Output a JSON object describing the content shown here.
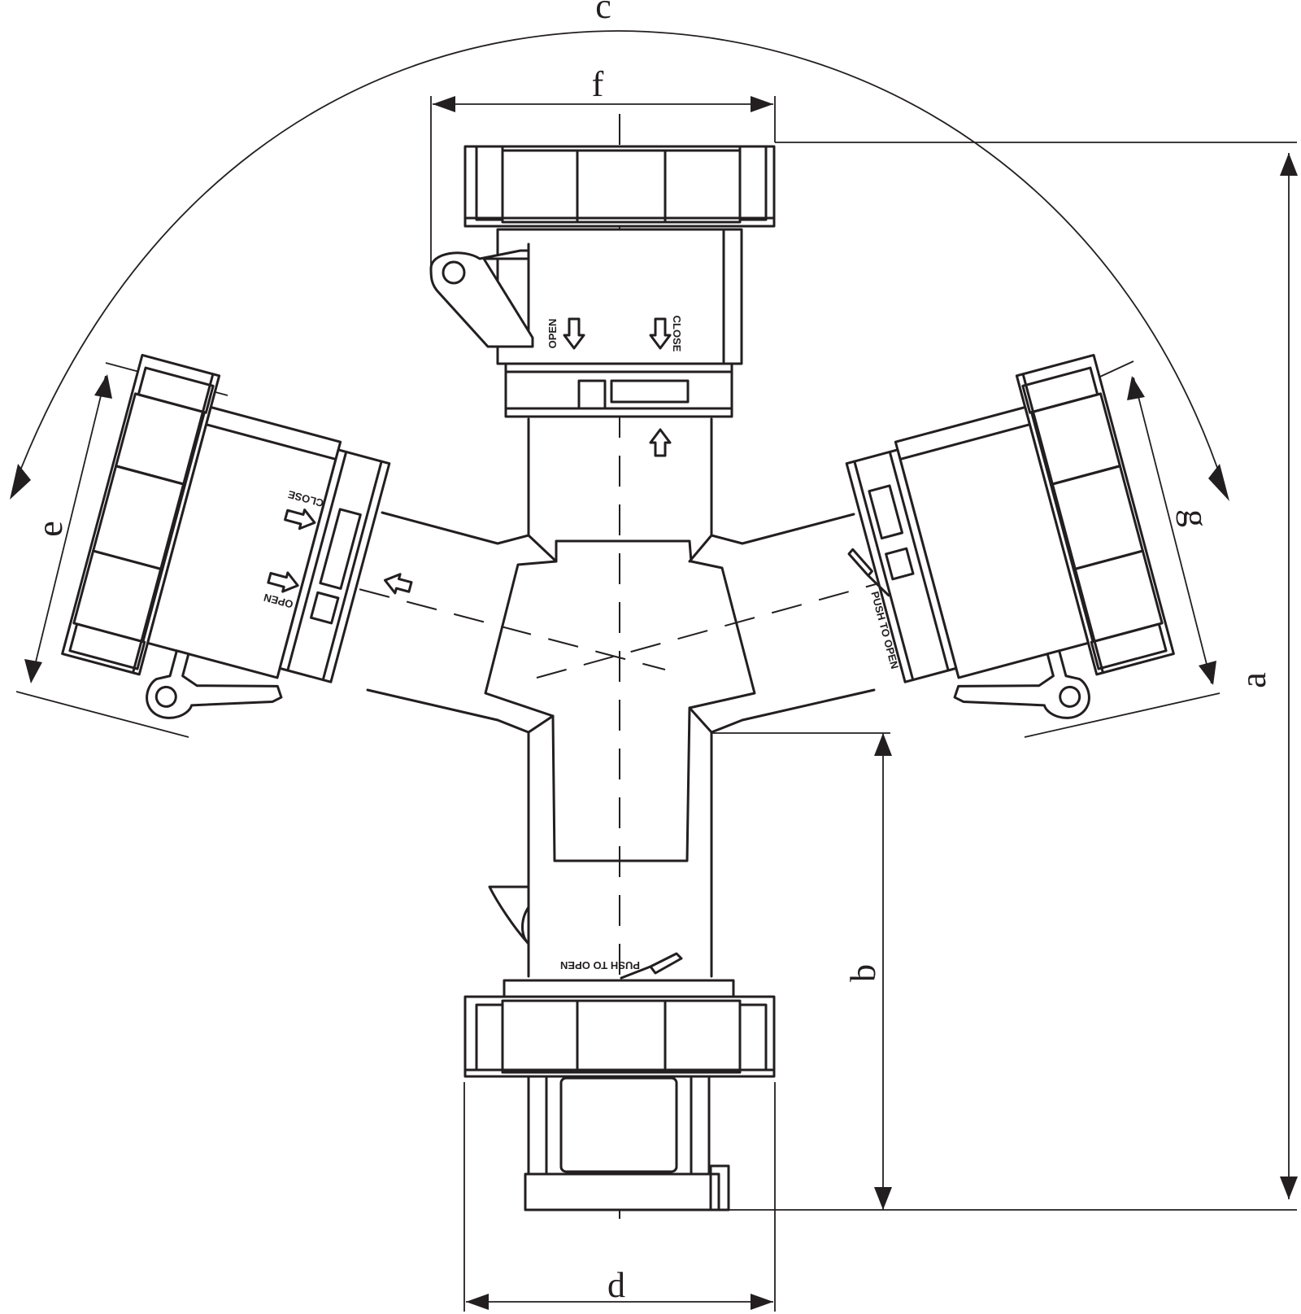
{
  "dimensions": {
    "a": "a",
    "b": "b",
    "c": "c",
    "d": "d",
    "e": "e",
    "f": "f",
    "g": "g"
  },
  "markings": {
    "close": "CLOSE",
    "open": "OPEN",
    "push_to_open": "PUSH TO OPEN"
  },
  "colors": {
    "line": "#231f20",
    "background": "#ffffff"
  }
}
